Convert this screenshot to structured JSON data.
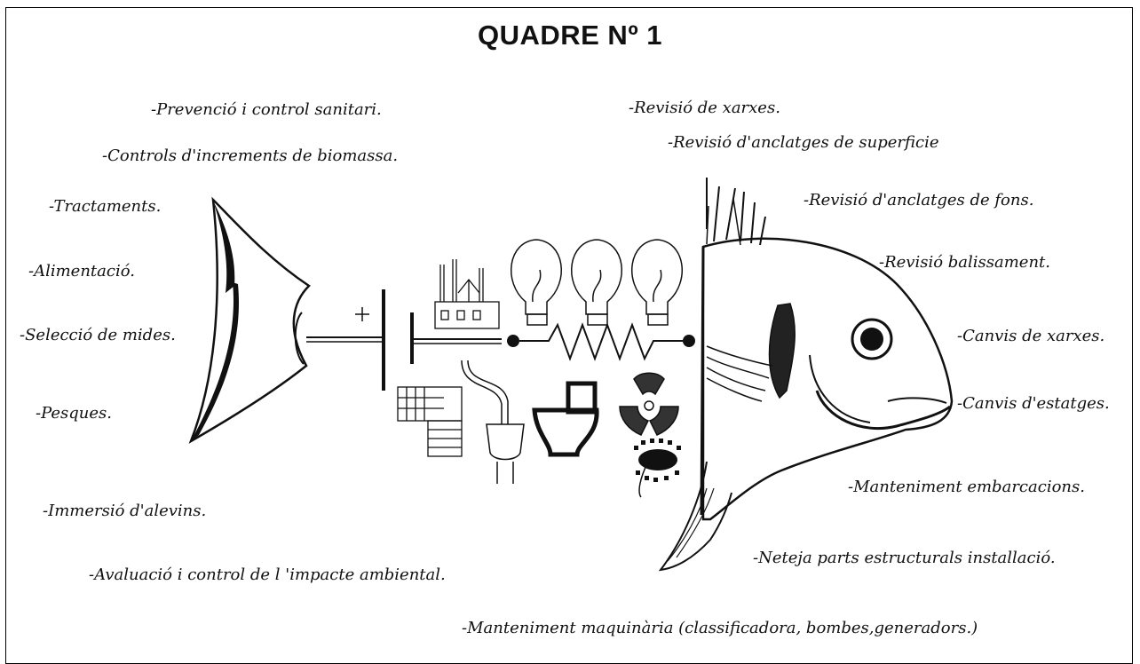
{
  "title": "QUADRE Nº 1",
  "left_labels": [
    "-Prevenció i control sanitari.",
    "-Controls d'increments de biomassa.",
    "-Tractaments.",
    "-Alimentació.",
    "-Selecció de mides.",
    "-Pesques.",
    "-Immersió d'alevins.",
    "-Avaluació i control de l 'impacte ambiental."
  ],
  "right_labels": [
    "-Revisió de xarxes.",
    "-Revisió d'anclatges de superficie",
    "-Revisió d'anclatges de fons.",
    "-Revisió balissament.",
    "-Canvis de xarxes.",
    "-Canvis d'estatges.",
    "-Manteniment embarcacions.",
    "-Neteja parts estructurals installació."
  ],
  "bottom_label": "-Manteniment maquinària (classificadora, bombes,generadors.)",
  "icons": [
    "fish-tail-icon",
    "battery-symbol-icon",
    "factory-icon",
    "stair-pipes-icon",
    "power-plug-icon",
    "light-bulb-icon",
    "resistor-icon",
    "toilet-icon",
    "radiation-icon",
    "boat-icon",
    "fish-head-icon"
  ]
}
